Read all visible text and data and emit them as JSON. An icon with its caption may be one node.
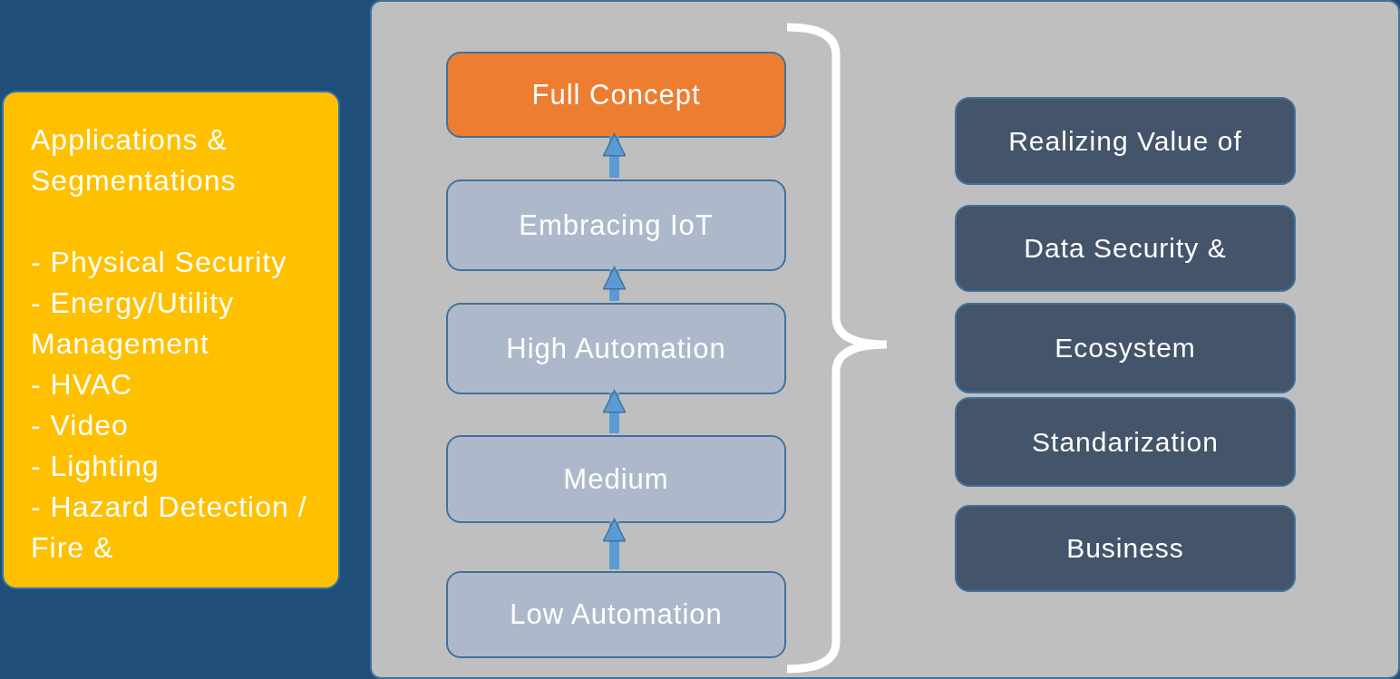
{
  "diagram": {
    "nodes": [
      {
        "text": [
          "Applications & Segmentations",
          "- Physical Security",
          "- Energy/Utility Management",
          "- HVAC",
          "- Video",
          "- Lighting",
          "- Hazard Detection / Fire &"
        ]
      },
      {
        "text": [],
        "shape": "box"
      },
      {
        "text": [
          "Full Concept"
        ],
        "in": 1
      },
      {
        "text": [
          "Embracing IoT"
        ],
        "in": 1
      },
      {
        "text": [
          "High Automation"
        ],
        "in": 1
      },
      {
        "text": [
          "Medium"
        ],
        "in": 1
      },
      {
        "text": [
          "Low Automation"
        ],
        "in": 1
      },
      {
        "text": [
          "Realizing Value of"
        ],
        "in": 1
      },
      {
        "text": [
          "Data Security &"
        ],
        "in": 1
      },
      {
        "text": [
          "Ecosystem"
        ],
        "in": 1
      },
      {
        "text": [
          "Standarization"
        ],
        "in": 1
      },
      {
        "text": [
          "Business"
        ],
        "in": 1
      }
    ],
    "edges": [
      {
        "from": 6,
        "to": 5,
        "arrow": "to"
      },
      {
        "from": 5,
        "to": 4,
        "arrow": "to"
      },
      {
        "from": 4,
        "to": 3,
        "arrow": "to"
      },
      {
        "from": 3,
        "to": 2,
        "arrow": "to"
      }
    ]
  }
}
